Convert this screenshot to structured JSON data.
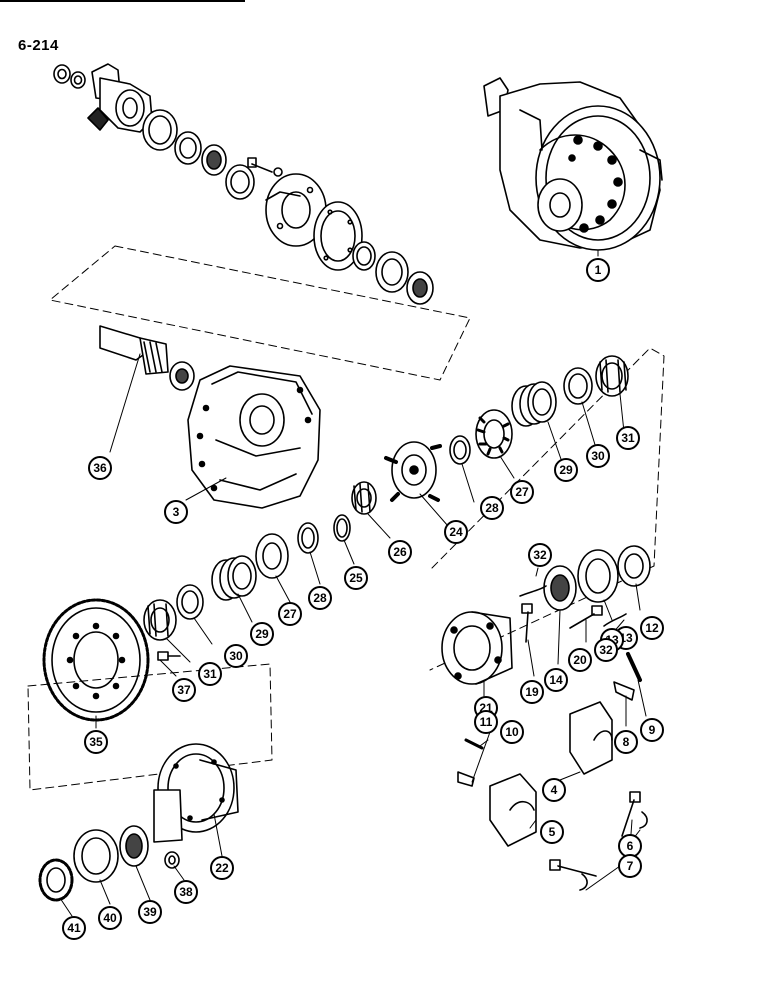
{
  "page": {
    "title": "6-214"
  },
  "callouts": [
    "1",
    "36",
    "3",
    "31",
    "30",
    "29",
    "27",
    "28",
    "24",
    "26",
    "25",
    "28",
    "27",
    "29",
    "30",
    "31",
    "32",
    "12",
    "13",
    "13",
    "32",
    "20",
    "14",
    "19",
    "21",
    "9",
    "8",
    "37",
    "35",
    "11",
    "10",
    "4",
    "5",
    "6",
    "7",
    "22",
    "38",
    "39",
    "40",
    "41"
  ]
}
